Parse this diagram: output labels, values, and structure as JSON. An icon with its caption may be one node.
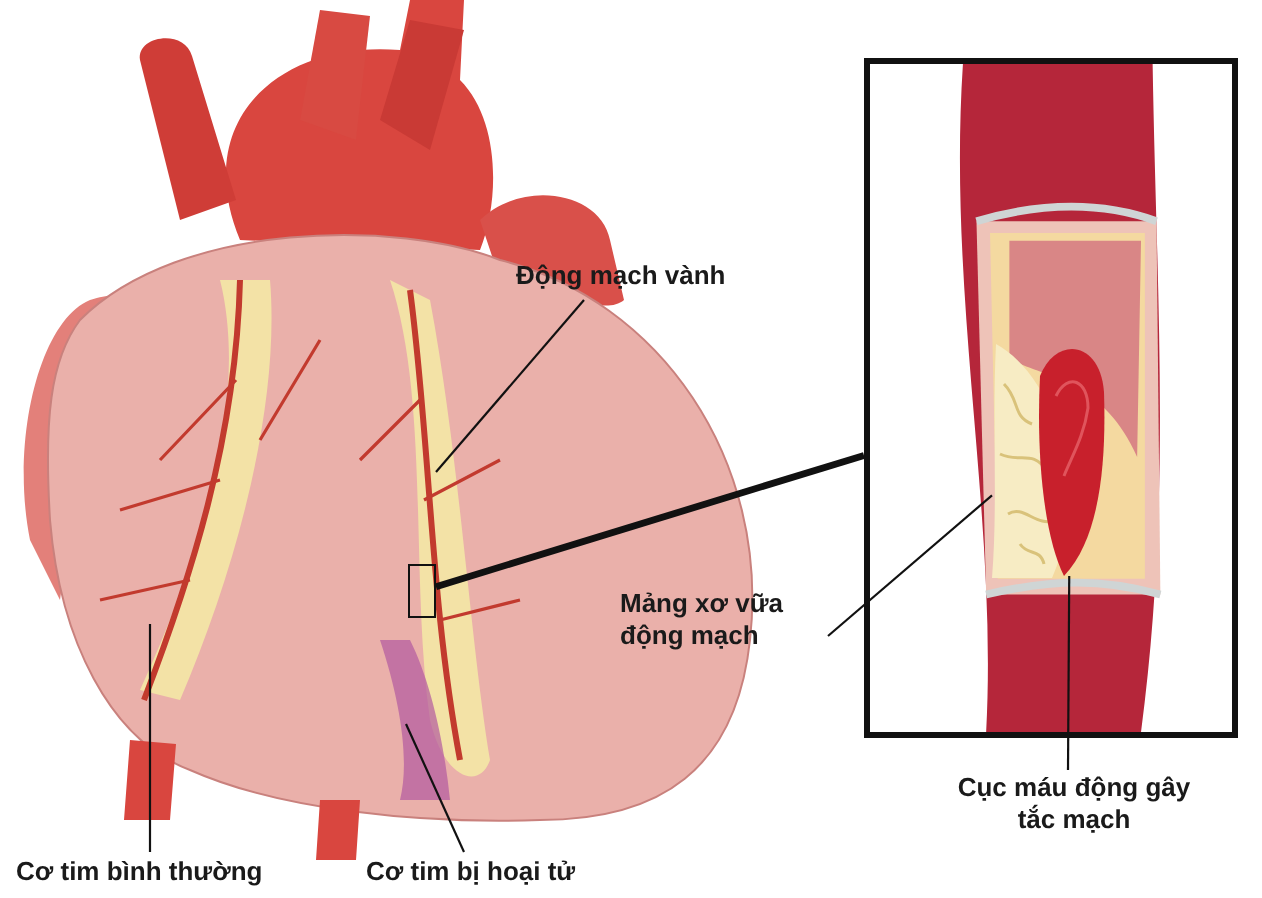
{
  "diagram": {
    "nodes": [
      {
        "text": [
          "Động mạch vành"
        ]
      },
      {
        "text": [
          "Mảng xơ vữa động mạch"
        ]
      },
      {
        "text": [
          "Cục máu động gây tắc mạch"
        ]
      },
      {
        "text": [
          "Cơ tim bình thường"
        ]
      },
      {
        "text": [
          "Cơ tim bị hoại tử"
        ]
      },
      {
        "text": [],
        "shape": "box"
      },
      {
        "text": [],
        "shape": "picture"
      },
      {
        "text": [],
        "shape": "blob",
        "in": 6
      },
      {
        "text": [],
        "shape": "blob",
        "in": 6
      }
    ],
    "edges": [
      {
        "from": 0,
        "to": null,
        "arrow": "none"
      },
      {
        "from": 1,
        "to": 7,
        "arrow": "none"
      },
      {
        "from": 2,
        "to": 8,
        "arrow": "none"
      },
      {
        "from": 3,
        "to": null,
        "arrow": "none"
      },
      {
        "from": 4,
        "to": null,
        "arrow": "none"
      },
      {
        "from": 5,
        "to": 6,
        "arrow": "none",
        "style": "thick"
      }
    ]
  }
}
